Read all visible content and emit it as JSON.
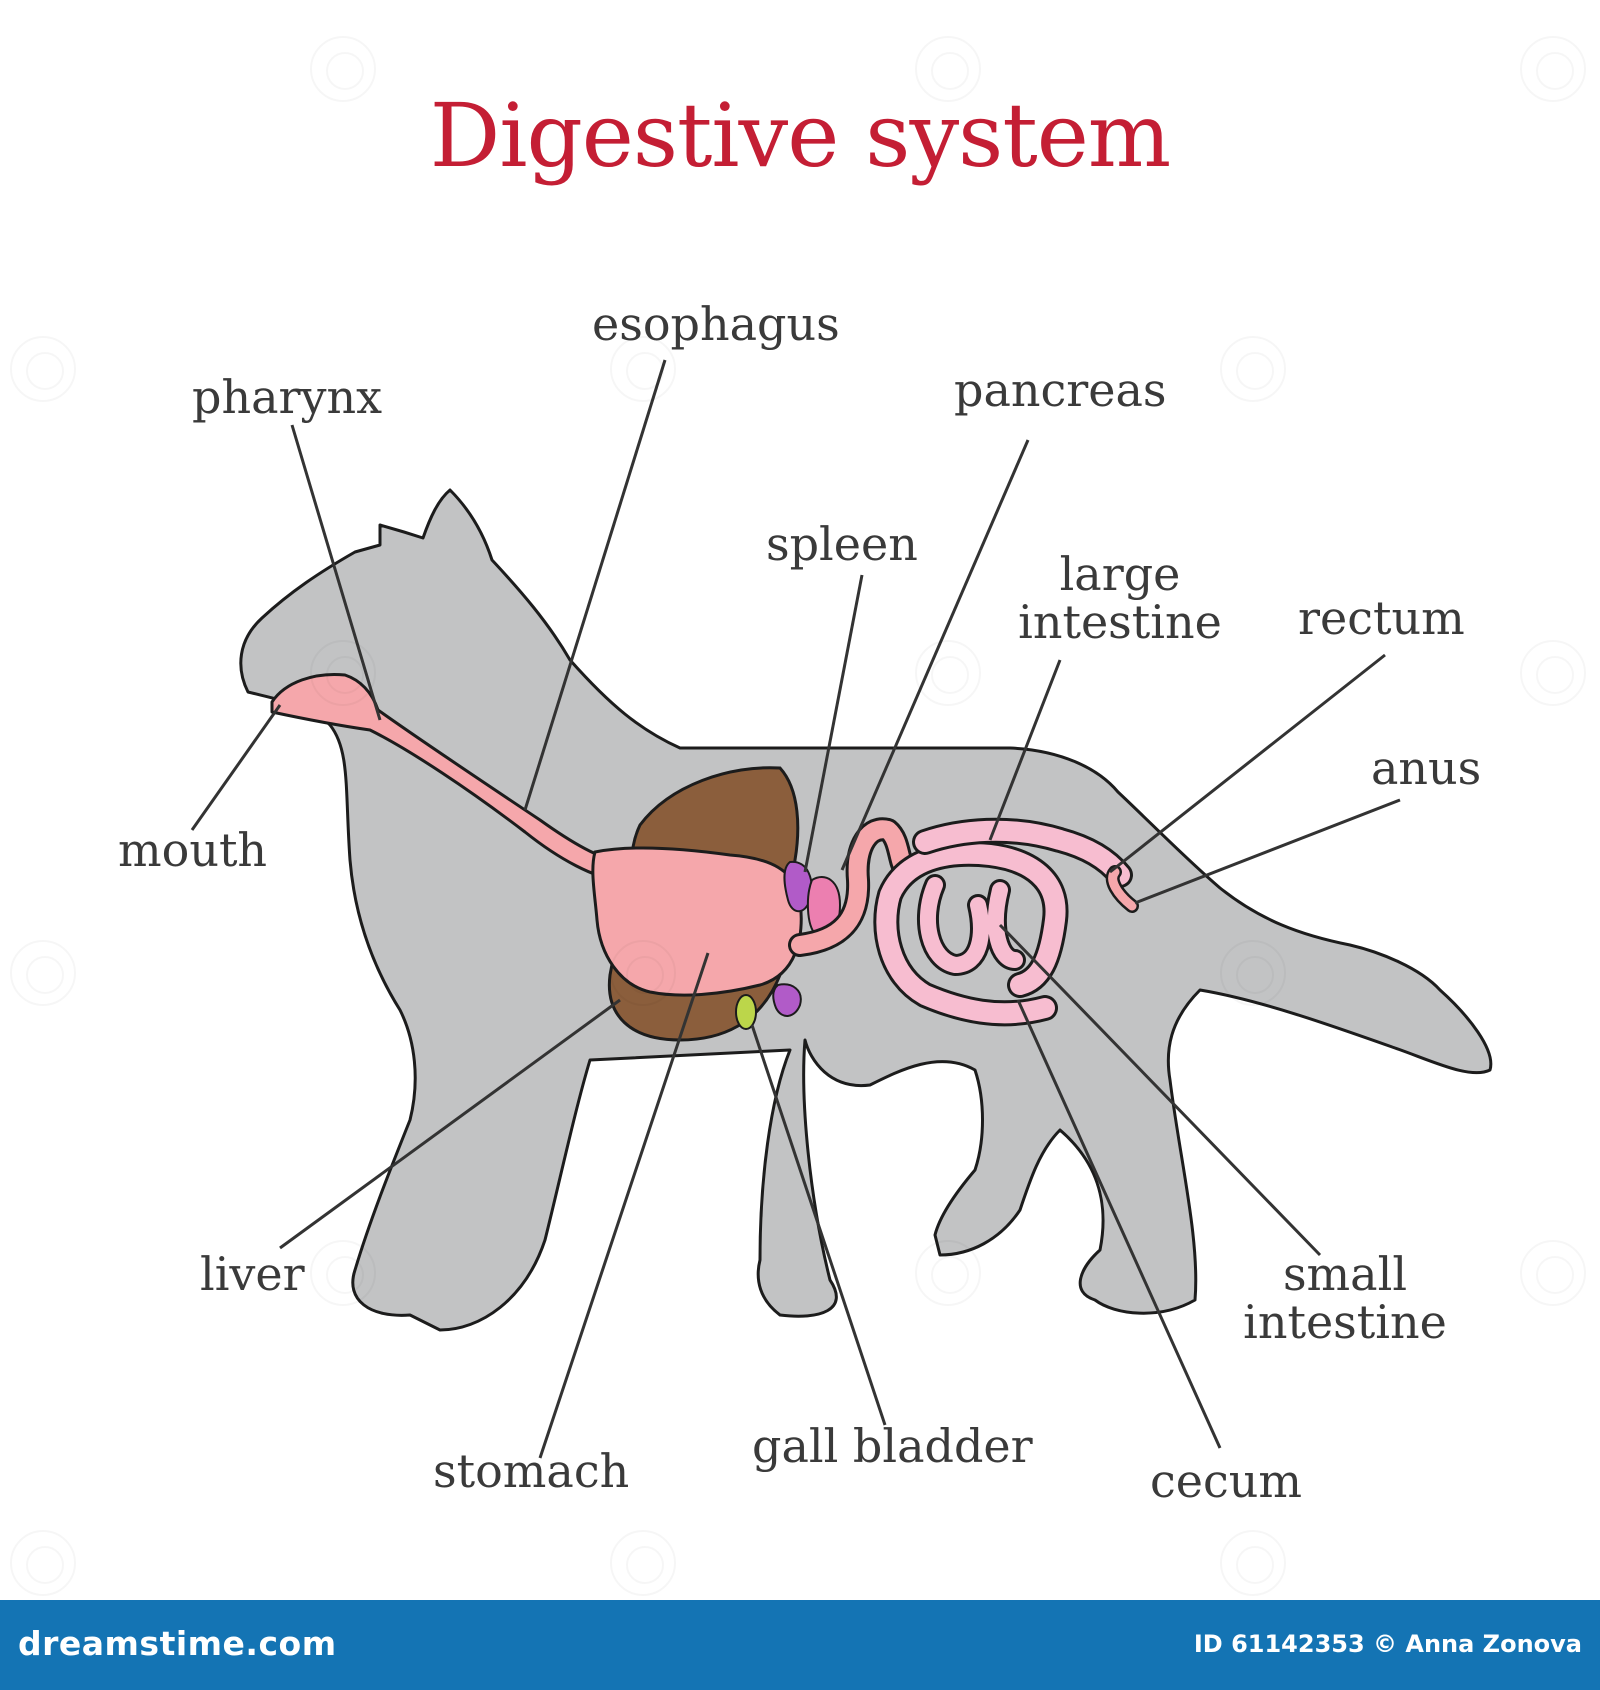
{
  "title": "Digestive system",
  "labels": {
    "pharynx": "pharynx",
    "esophagus": "esophagus",
    "pancreas": "pancreas",
    "spleen": "spleen",
    "large_intestine_1": "large",
    "large_intestine_2": "intestine",
    "rectum": "rectum",
    "anus": "anus",
    "mouth": "mouth",
    "liver": "liver",
    "stomach": "stomach",
    "gall_bladder": "gall bladder",
    "small_intestine_1": "small",
    "small_intestine_2": "intestine",
    "cecum": "cecum"
  },
  "footer": {
    "brand": "dreamstime.com",
    "credit": "ID 61142353 © Anna Zonova"
  },
  "colors": {
    "title": "#c41e34",
    "body": "#c2c3c4",
    "outline": "#1c1c1c",
    "digestive_tract": "#f5a7ab",
    "liver": "#8b5e3c",
    "spleen": "#b15bc8",
    "pancreas": "#ec7fb0",
    "gall_bladder": "#bcd64a",
    "intestine": "#f7bdd0",
    "leader_line": "#333333",
    "footer_bar": "#1474b4"
  }
}
